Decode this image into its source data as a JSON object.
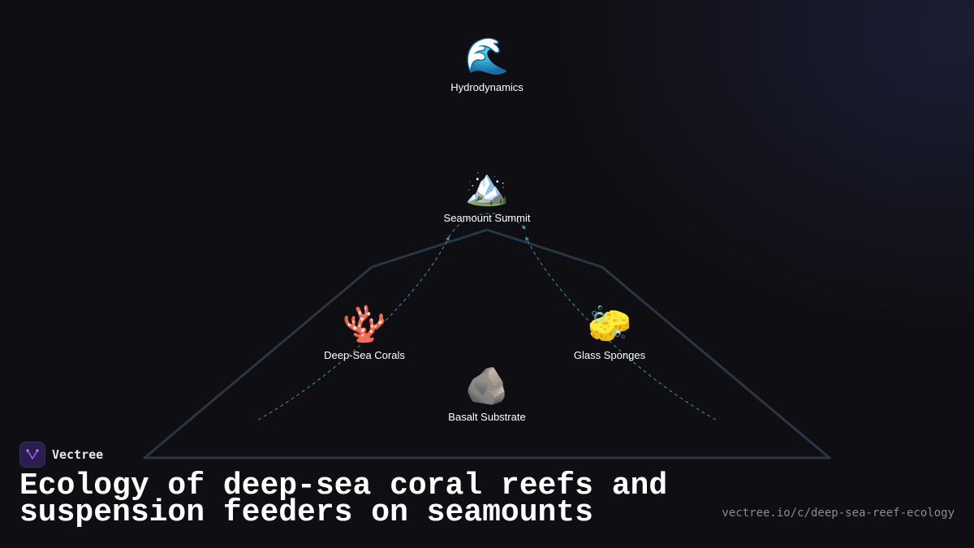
{
  "brand": {
    "name": "Vectree",
    "logo_icon": "tree-branch-icon"
  },
  "title": "Ecology of deep-sea coral reefs and suspension feeders on seamounts",
  "url": "vectree.io/c/deep-sea-reef-ecology",
  "colors": {
    "background": "#0f0f13",
    "outline": "#2a3644",
    "connector": "#4fb3d9",
    "brand_purple": "#2a1e4e"
  },
  "nodes": [
    {
      "id": "hydro",
      "label": "Hydrodynamics",
      "icon": "wave-icon",
      "glyph": "🌊"
    },
    {
      "id": "summit",
      "label": "Seamount Summit",
      "icon": "mountain-icon",
      "glyph": "🏔️"
    },
    {
      "id": "corals",
      "label": "Deep-Sea Corals",
      "icon": "coral-icon",
      "glyph": "🪸"
    },
    {
      "id": "sponges",
      "label": "Glass Sponges",
      "icon": "sponge-icon",
      "glyph": "🧽"
    },
    {
      "id": "basalt",
      "label": "Basalt Substrate",
      "icon": "rock-icon",
      "glyph": "🪨"
    }
  ],
  "edges": [
    {
      "from": "corals",
      "to": "summit",
      "style": "dashed"
    },
    {
      "from": "sponges",
      "to": "summit",
      "style": "dashed"
    }
  ]
}
